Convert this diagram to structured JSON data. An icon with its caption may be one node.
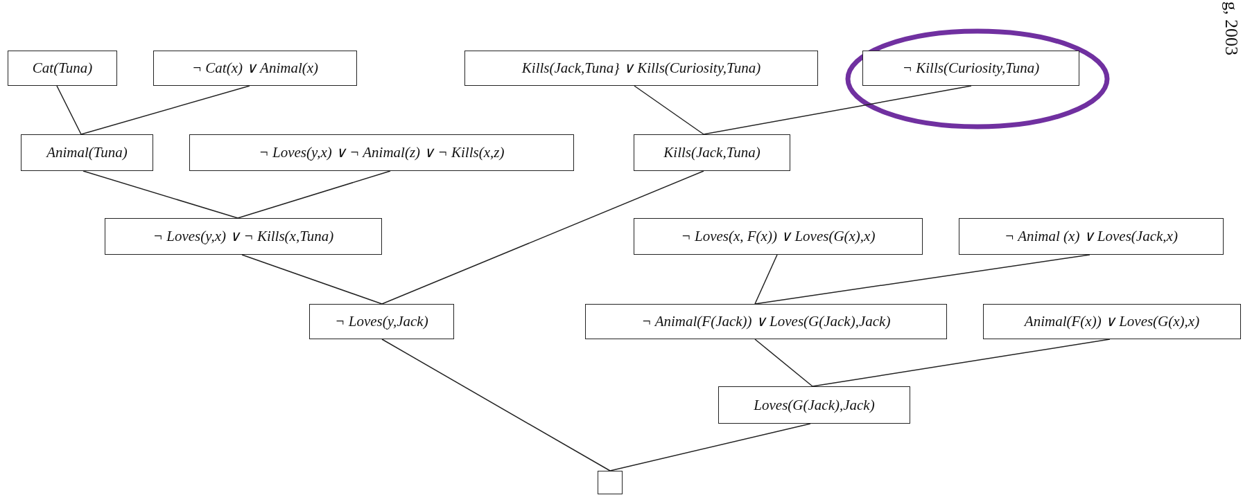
{
  "diagram": {
    "nodes": [
      {
        "text": [
          "Cat(Tuna)"
        ]
      },
      {
        "text": [
          "¬ Cat(x) ∨ Animal(x)"
        ]
      },
      {
        "text": [
          "Kills(Jack,Tuna} ∨ Kills(Curiosity,Tuna)"
        ]
      },
      {
        "text": [
          "¬ Kills(Curiosity,Tuna)"
        ]
      },
      {
        "text": [
          "Animal(Tuna)"
        ]
      },
      {
        "text": [
          "¬ Loves(y,x) ∨ ¬ Animal(z) ∨ ¬ Kills(x,z)"
        ]
      },
      {
        "text": [
          "Kills(Jack,Tuna)"
        ]
      },
      {
        "text": [
          "¬ Loves(y,x) ∨ ¬ Kills(x,Tuna)"
        ]
      },
      {
        "text": [
          "¬ Loves(x, F(x)) ∨ Loves(G(x),x)"
        ]
      },
      {
        "text": [
          "¬ Animal (x) ∨ Loves(Jack,x)"
        ]
      },
      {
        "text": [
          "¬ Loves(y,Jack)"
        ]
      },
      {
        "text": [
          "¬ Animal(F(Jack)) ∨ Loves(G(Jack),Jack)"
        ]
      },
      {
        "text": [
          "Animal(F(x)) ∨ Loves(G(x),x)"
        ]
      },
      {
        "text": [
          "Loves(G(Jack),Jack)"
        ]
      },
      {
        "text": [],
        "shape": "box"
      }
    ],
    "edges": [
      {
        "from": 0,
        "to": 4,
        "arrow": "none"
      },
      {
        "from": 1,
        "to": 4,
        "arrow": "none"
      },
      {
        "from": 2,
        "to": 6,
        "arrow": "none"
      },
      {
        "from": 3,
        "to": 6,
        "arrow": "none"
      },
      {
        "from": 4,
        "to": 7,
        "arrow": "none"
      },
      {
        "from": 5,
        "to": 7,
        "arrow": "none"
      },
      {
        "from": 7,
        "to": 10,
        "arrow": "none"
      },
      {
        "from": 6,
        "to": 10,
        "arrow": "none"
      },
      {
        "from": 8,
        "to": 11,
        "arrow": "none"
      },
      {
        "from": 9,
        "to": 11,
        "arrow": "none"
      },
      {
        "from": 11,
        "to": 13,
        "arrow": "none"
      },
      {
        "from": 12,
        "to": 13,
        "arrow": "none"
      },
      {
        "from": 10,
        "to": 14,
        "arrow": "none"
      },
      {
        "from": 13,
        "to": 14,
        "arrow": "none"
      }
    ],
    "labels": [
      "g, 2003"
    ]
  }
}
